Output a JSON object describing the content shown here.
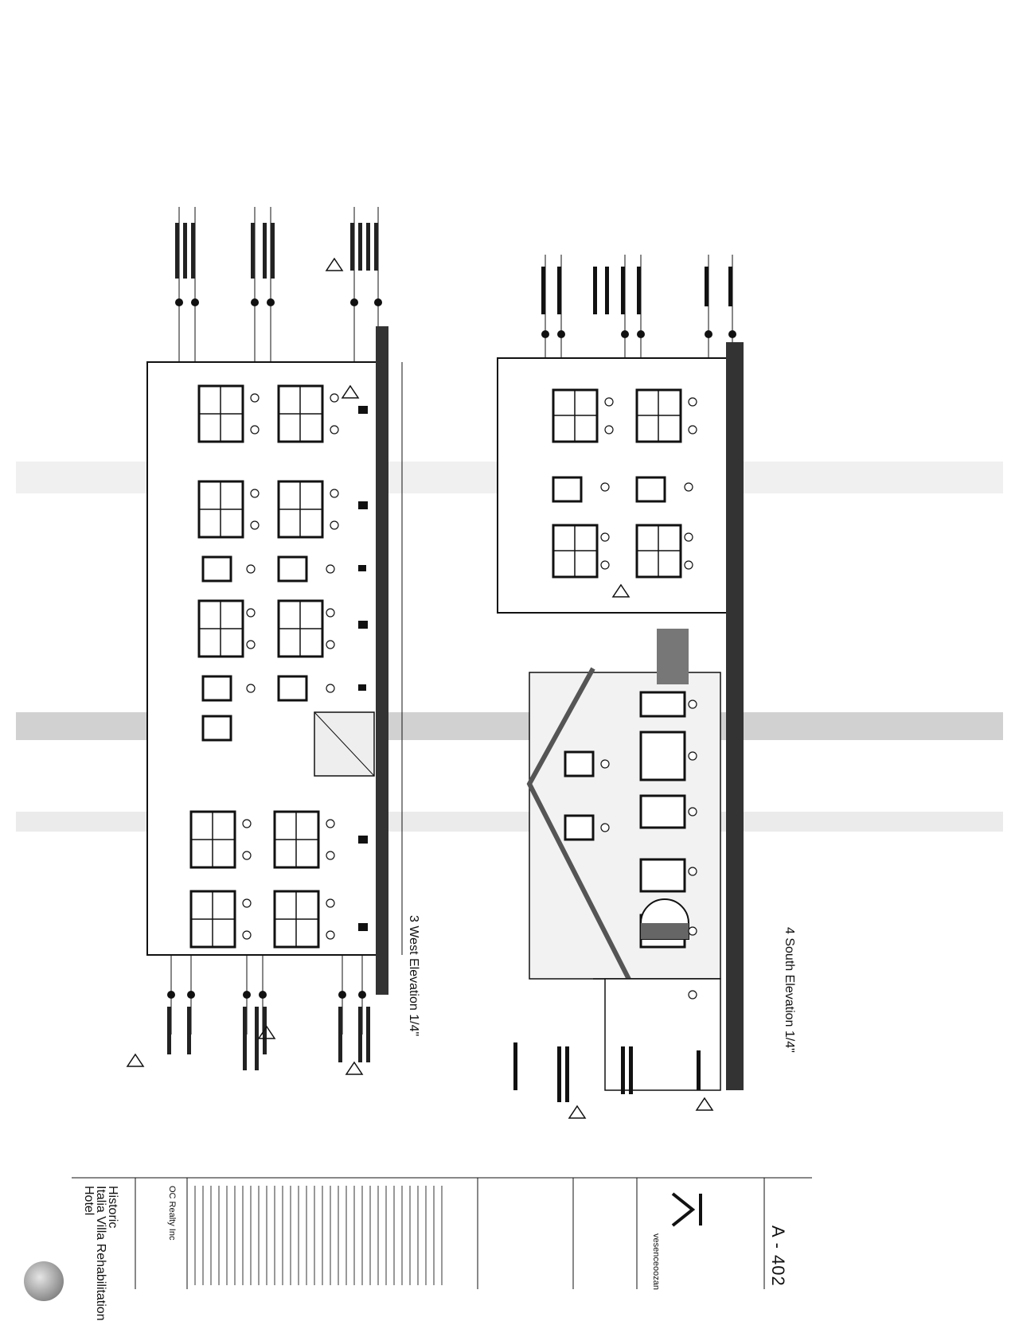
{
  "drawing": {
    "west_elevation_title": "West Elevation",
    "west_elevation_scale": "1/4\"",
    "west_elevation_number": "3",
    "south_elevation_title": "South Elevation",
    "south_elevation_scale": "1/4\"",
    "south_elevation_number": "4"
  },
  "title_block": {
    "project_name_line1": "Historic",
    "project_name_line2": "Italia Villa Rehabilitation",
    "project_name_line3": "Hotel",
    "owner": "OC Realty Inc",
    "firm_name": "vesenceoozan",
    "sheet_number": "A - 402"
  }
}
